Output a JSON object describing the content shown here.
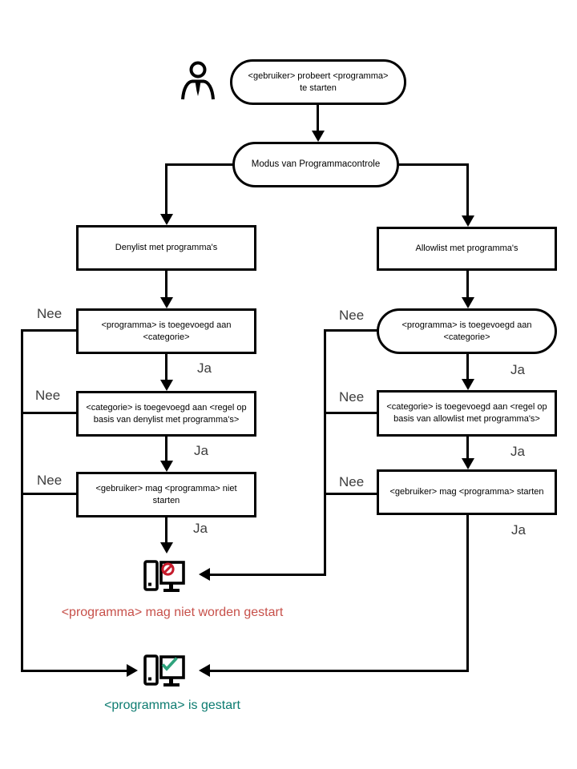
{
  "diagram": {
    "nodes": {
      "start": "<gebruiker> probeert <programma> te starten",
      "mode": "Modus van Programmacontrole",
      "denylist": "Denylist met programma's",
      "allowlist": "Allowlist met programma's",
      "left_added": "<programma> is toegevoegd aan <categorie>",
      "left_rule": "<categorie> is toegevoegd aan <regel op basis van denylist met programma's>",
      "left_result": "<gebruiker> mag <programma> niet starten",
      "right_added": "<programma> is toegevoegd aan <categorie>",
      "right_rule": "<categorie> is toegevoegd aan <regel op basis van allowlist met programma's>",
      "right_result": "<gebruiker> mag <programma> starten"
    },
    "outcomes": {
      "denied": "<programma> mag niet worden gestart",
      "started": "<programma> is gestart"
    },
    "labels": {
      "yes": "Ja",
      "no": "Nee"
    },
    "icons": {
      "user": "user-icon",
      "denied": "computer-blocked-icon",
      "started": "computer-started-icon"
    },
    "colors": {
      "denied_text": "#c7504a",
      "started_text": "#0c7b70",
      "prohibit_icon": "#c51a2b",
      "check_icon": "#2fa37d",
      "line": "#000000"
    }
  }
}
